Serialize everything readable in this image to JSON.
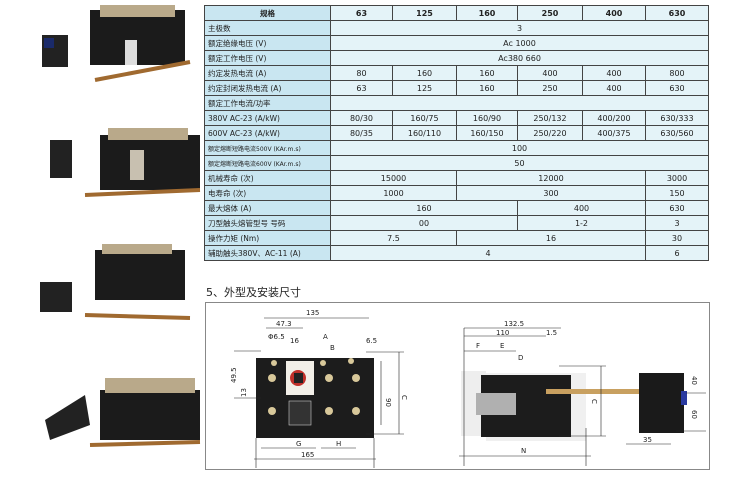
{
  "table": {
    "header": [
      "规格",
      "63",
      "125",
      "160",
      "250",
      "400",
      "630"
    ],
    "rows": [
      {
        "label": "主极数",
        "cells": [
          {
            "v": "3",
            "span": 6
          }
        ]
      },
      {
        "label": "额定绝缘电压 (V)",
        "cells": [
          {
            "v": "Ac  1000",
            "span": 6
          }
        ]
      },
      {
        "label": "额定工作电压 (V)",
        "cells": [
          {
            "v": "Ac380  660",
            "span": 6
          }
        ]
      },
      {
        "label": "约定发热电流 (A)",
        "cells": [
          {
            "v": "80",
            "span": 1
          },
          {
            "v": "160",
            "span": 1
          },
          {
            "v": "160",
            "span": 1
          },
          {
            "v": "400",
            "span": 1
          },
          {
            "v": "400",
            "span": 1
          },
          {
            "v": "800",
            "span": 1
          }
        ]
      },
      {
        "label": "约定封闭发热电流 (A)",
        "cells": [
          {
            "v": "63",
            "span": 1
          },
          {
            "v": "125",
            "span": 1
          },
          {
            "v": "160",
            "span": 1
          },
          {
            "v": "250",
            "span": 1
          },
          {
            "v": "400",
            "span": 1
          },
          {
            "v": "630",
            "span": 1
          }
        ]
      },
      {
        "label": "额定工作电流/功率",
        "cells": [
          {
            "v": "",
            "span": 6
          }
        ]
      },
      {
        "label": "380V AC-23   (A/kW)",
        "cells": [
          {
            "v": "80/30",
            "span": 1
          },
          {
            "v": "160/75",
            "span": 1
          },
          {
            "v": "160/90",
            "span": 1
          },
          {
            "v": "250/132",
            "span": 1
          },
          {
            "v": "400/200",
            "span": 1
          },
          {
            "v": "630/333",
            "span": 1
          }
        ]
      },
      {
        "label": "600V AC-23   (A/kW)",
        "cells": [
          {
            "v": "80/35",
            "span": 1
          },
          {
            "v": "160/110",
            "span": 1
          },
          {
            "v": "160/150",
            "span": 1
          },
          {
            "v": "250/220",
            "span": 1
          },
          {
            "v": "400/375",
            "span": 1
          },
          {
            "v": "630/560",
            "span": 1
          }
        ]
      },
      {
        "label": "额定熔断短路电流500V (KAr.m.s)",
        "small": true,
        "cells": [
          {
            "v": "100",
            "span": 6
          }
        ]
      },
      {
        "label": "额定熔断短路电流600V (KAr.m.s)",
        "small": true,
        "cells": [
          {
            "v": "50",
            "span": 6
          }
        ]
      },
      {
        "label": "机械寿命          (次)",
        "cells": [
          {
            "v": "15000",
            "span": 2
          },
          {
            "v": "12000",
            "span": 3
          },
          {
            "v": "3000",
            "span": 1
          }
        ]
      },
      {
        "label": "电寿命            (次)",
        "cells": [
          {
            "v": "1000",
            "span": 2
          },
          {
            "v": "300",
            "span": 3
          },
          {
            "v": "150",
            "span": 1
          }
        ]
      },
      {
        "label": "最大熔体          (A)",
        "cells": [
          {
            "v": "160",
            "span": 3
          },
          {
            "v": "400",
            "span": 2
          },
          {
            "v": "630",
            "span": 1
          }
        ]
      },
      {
        "label": "刀型触头熔管型号  号码",
        "cells": [
          {
            "v": "00",
            "span": 3
          },
          {
            "v": "1-2",
            "span": 2
          },
          {
            "v": "3",
            "span": 1
          }
        ]
      },
      {
        "label": "操作力矩        (Nm)",
        "cells": [
          {
            "v": "7.5",
            "span": 2
          },
          {
            "v": "16",
            "span": 3
          },
          {
            "v": "30",
            "span": 1
          }
        ]
      },
      {
        "label": "辅助触头380V、AC-11 (A)",
        "cells": [
          {
            "v": "4",
            "span": 5
          },
          {
            "v": "6",
            "span": 1
          }
        ]
      }
    ]
  },
  "section_title": "5、外型及安装尺寸",
  "drawing_front": {
    "d135": "135",
    "d47": "47.3",
    "d65": "Φ6.5",
    "d16": "16",
    "dA": "A",
    "dB": "B",
    "d65b": "6.5",
    "d495": "49.5",
    "d13": "13",
    "d90": "90",
    "dC": "C",
    "dG": "G",
    "dH": "H",
    "d165": "165"
  },
  "drawing_side": {
    "d1325": "132.5",
    "d110": "110",
    "d15": "1.5",
    "dF": "F",
    "dE": "E",
    "dD": "D",
    "dC": "C",
    "dN": "N",
    "d40": "40",
    "d60": "60",
    "d35": "35"
  }
}
